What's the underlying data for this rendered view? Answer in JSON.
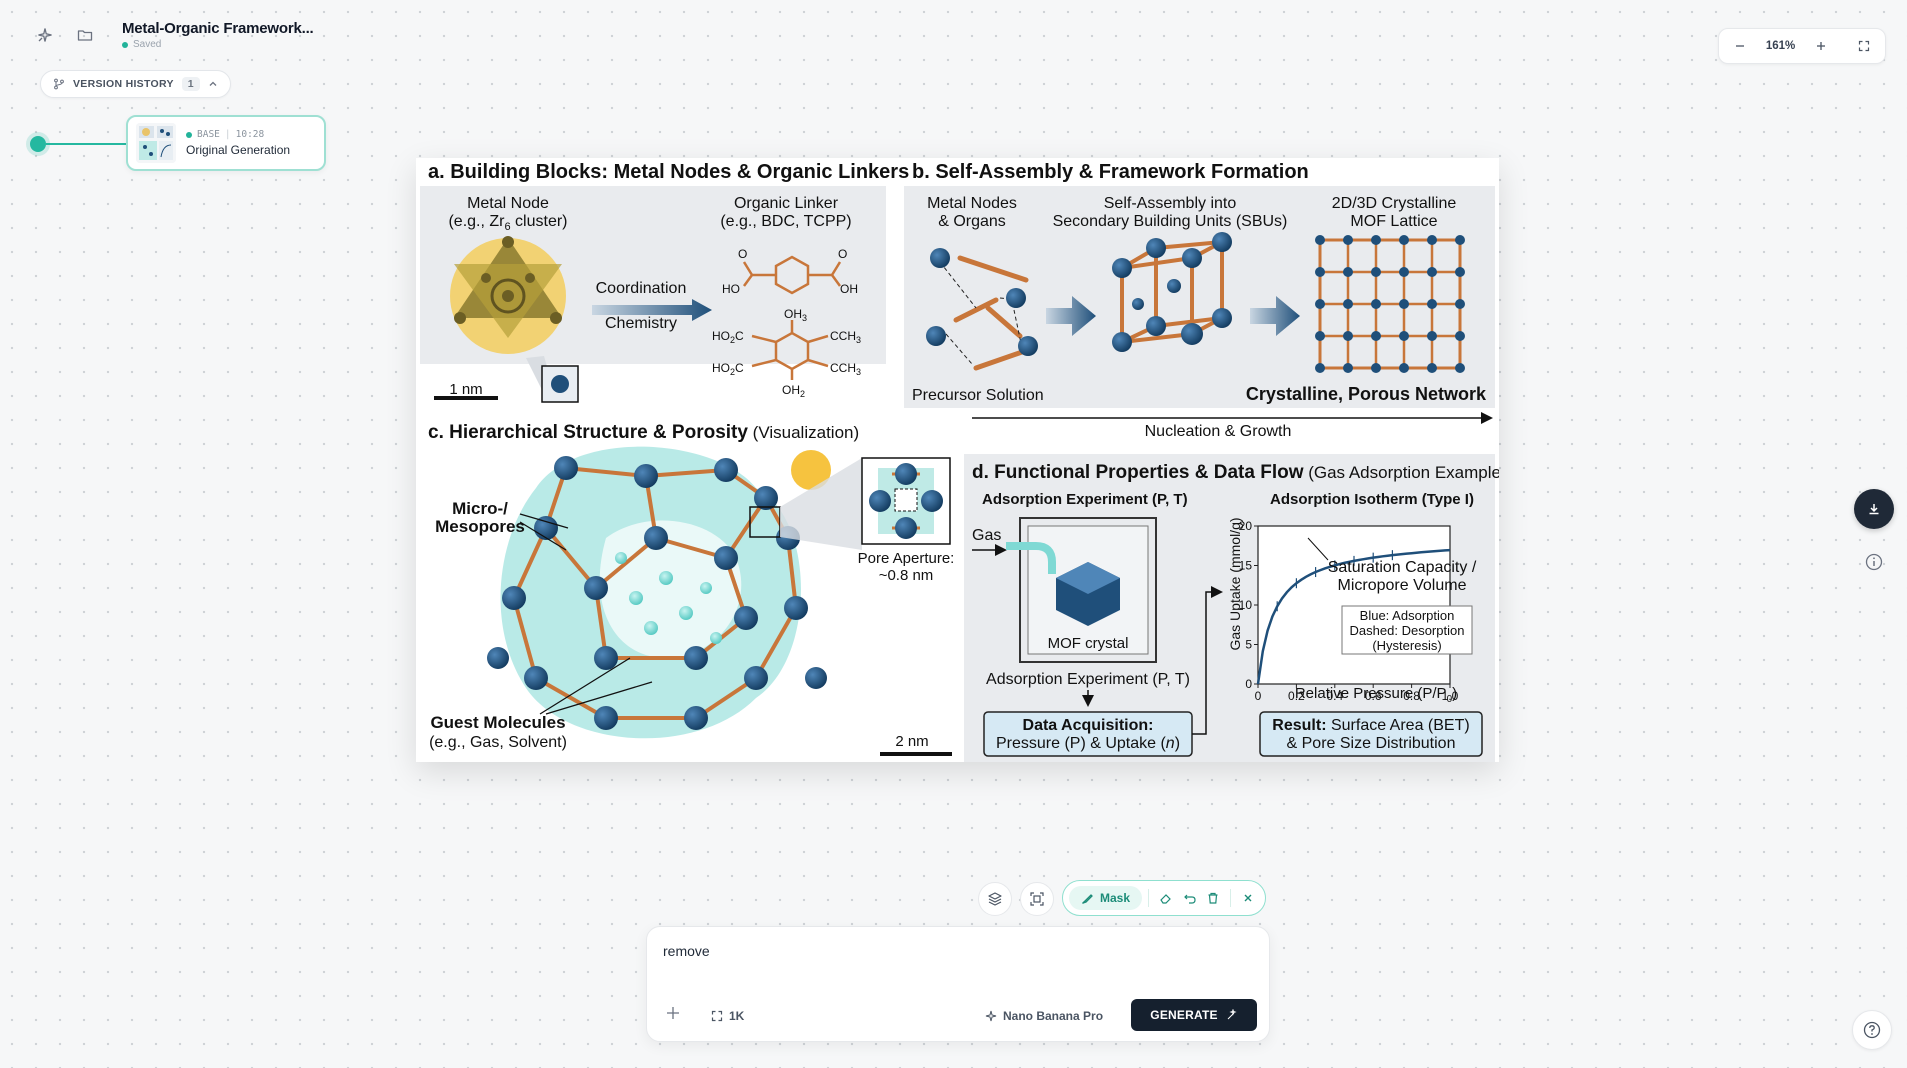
{
  "document": {
    "title": "Metal-Organic Framework...",
    "status": "Saved"
  },
  "version_history": {
    "label": "VERSION HISTORY",
    "count": "1",
    "versions": [
      {
        "tag": "BASE",
        "time": "10:28",
        "name": "Original Generation"
      }
    ]
  },
  "zoom": {
    "value": "161%"
  },
  "prompt": {
    "text": "remove",
    "resolution": "1K",
    "model": "Nano Banana Pro",
    "generate_label": "GENERATE"
  },
  "mask_toolbar": {
    "mask_label": "Mask"
  },
  "figure": {
    "panel_a": {
      "title": "a. Building Blocks: Metal Nodes & Organic Linkers",
      "metal_node": "Metal Node",
      "metal_node_example": "(e.g., Zr",
      "metal_node_sub": "6",
      "metal_node_tail": " cluster)",
      "organic_linker": "Organic Linker",
      "organic_linker_example": "(e.g., BDC, TCPP)",
      "arrow_top": "Coordination",
      "arrow_bottom": "Chemistry",
      "scale": "1 nm",
      "chem_o": "O",
      "chem_ho": "HO",
      "chem_oh": "OH",
      "chem_oh3": "OH",
      "chem_oh3_sub": "3",
      "chem_ho2c_a": "HO",
      "chem_ho2c_sub": "2",
      "chem_ho2c_c": "C",
      "chem_cch3": "CCH",
      "chem_cch3_sub": "3",
      "chem_oh2": "OH",
      "chem_oh2_sub": "2"
    },
    "panel_b": {
      "title": "b. Self-Assembly & Framework Formation",
      "col1_line1": "Metal Nodes",
      "col1_line2": "& Organs",
      "col2_line1": "Self-Assembly into",
      "col2_line2": "Secondary Building Units (SBUs)",
      "col3_line1": "2D/3D Crystalline",
      "col3_line2": "MOF Lattice",
      "precursor": "Precursor Solution",
      "network": "Crystalline, Porous Network",
      "nucleation": "Nucleation & Growth"
    },
    "panel_c": {
      "title_bold": "c. Hierarchical Structure & Porosity",
      "title_normal": " (Visualization)",
      "pores_line1": "Micro-/",
      "pores_line2": "Mesopores",
      "pore_aperture_line1": "Pore Aperture:",
      "pore_aperture_line2": "~0.8 nm",
      "guest_line1": "Guest Molecules",
      "guest_line2": "(e.g., Gas, Solvent)",
      "scale": "2 nm"
    },
    "panel_d": {
      "title_bold": "d. Functional Properties & Data Flow",
      "title_normal": " (Gas Adsorption Example)",
      "experiment_title": "Adsorption Experiment (P, T)",
      "gas": "Gas",
      "crystal": "MOF crystal",
      "experiment_caption": "Adsorption Experiment (P, T)",
      "acq_bold": "Data Acquisition:",
      "acq_normal": "Pressure (P) & Uptake (",
      "acq_n": "n",
      "acq_close": ")",
      "isotherm_title": "Adsorption Isotherm (Type I)",
      "saturation_line1": "Saturation Capacity /",
      "saturation_line2": "Micropore Volume",
      "legend_line1": "Blue: Adsorption",
      "legend_line2": "Dashed: Desorption",
      "legend_line3": "(Hysteresis)",
      "ylabel": "Gas Uptake (mmol/g)",
      "xlabel": "Relative Pressure (P/P",
      "xlabel_sub": "0",
      "xlabel_close": ")",
      "yticks": [
        "0",
        "5",
        "10",
        "15",
        "20"
      ],
      "xticks": [
        "0",
        "0.2",
        "0.4",
        "0.6",
        "0.8",
        "1.0"
      ],
      "result_bold": "Result:",
      "result_normal": " Surface Area (BET)",
      "result_line2": "& Pore Size Distribution"
    }
  },
  "colors": {
    "accent": "#25b8a0",
    "dark": "#15202e",
    "node_blue": "#1f4f7a",
    "linker_orange": "#c8763a",
    "pore_cyan": "#7fd9d4"
  }
}
